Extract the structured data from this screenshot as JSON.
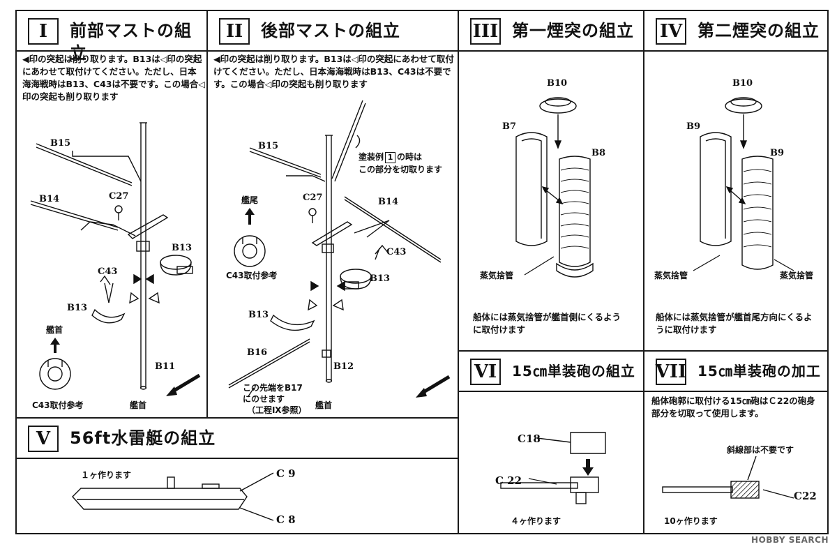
{
  "panels": {
    "p1": {
      "num": "I",
      "title": "前部マストの組立",
      "note": "◀印の突起は削り取ります。B13は◁印の突起にあわせて取付けてください。ただし、日本海海戦時はB13、C43は不要です。この場合◁印の突起も削り取ります",
      "labels": {
        "b15": "B15",
        "b14": "B14",
        "c27": "C27",
        "b13a": "B13",
        "c43": "C43",
        "b13b": "B13",
        "b11": "B11",
        "bow": "艦首",
        "ref": "C43取付参考",
        "bow2": "艦首"
      }
    },
    "p2": {
      "num": "II",
      "title": "後部マストの組立",
      "note": "◀印の突起は削り取ります。B13は◁印の突起にあわせて取付けてください。ただし、日本海海戦時はB13、C43は不要です。この場合◁印の突起も削り取ります",
      "labels": {
        "b15": "B15",
        "c27": "C27",
        "b14": "B14",
        "stern": "艦尾",
        "ref": "C43取付参考",
        "c43": "C43",
        "b13a": "B13",
        "b13b": "B13",
        "b16": "B16",
        "b12": "B12",
        "bow": "艦首",
        "cut_note_1": "塗装例",
        "cut_note_num": "1",
        "cut_note_2": "の時は",
        "cut_note_3": "この部分を切取ります",
        "tip_1": "この先端をB17",
        "tip_2": "にのせます",
        "tip_3": "（工程Ⅸ参照）"
      }
    },
    "p3": {
      "num": "III",
      "title": "第一煙突の組立",
      "labels": {
        "b10": "B10",
        "b7": "B7",
        "b8": "B8",
        "pipe": "蒸気捨管"
      },
      "note": "船体には蒸気捨管が艦首側にくるように取付けます"
    },
    "p4": {
      "num": "IV",
      "title": "第二煙突の組立",
      "labels": {
        "b10": "B10",
        "b9a": "B9",
        "b9b": "B9",
        "pipe_l": "蒸気捨管",
        "pipe_r": "蒸気捨管"
      },
      "note": "船体には蒸気捨管が艦首尾方向にくるように取付けます"
    },
    "p5": {
      "num": "V",
      "title": "56ft水雷艇の組立",
      "labels": {
        "count": "１ヶ作ります",
        "c9": "C 9",
        "c8": "C 8"
      }
    },
    "p6": {
      "num": "VI",
      "title": "15㎝単装砲の組立",
      "labels": {
        "c18": "C18",
        "c22": "C 22",
        "count": "４ヶ作ります"
      }
    },
    "p7": {
      "num": "VII",
      "title": "15㎝単装砲の加工",
      "note": "船体砲郭に取付ける15㎝砲はＣ22の砲身部分を切取って使用します。",
      "labels": {
        "hatch": "斜線部は不要です",
        "c22": "C22",
        "count": "10ヶ作ります"
      }
    }
  },
  "watermark": "HOBBY SEARCH"
}
